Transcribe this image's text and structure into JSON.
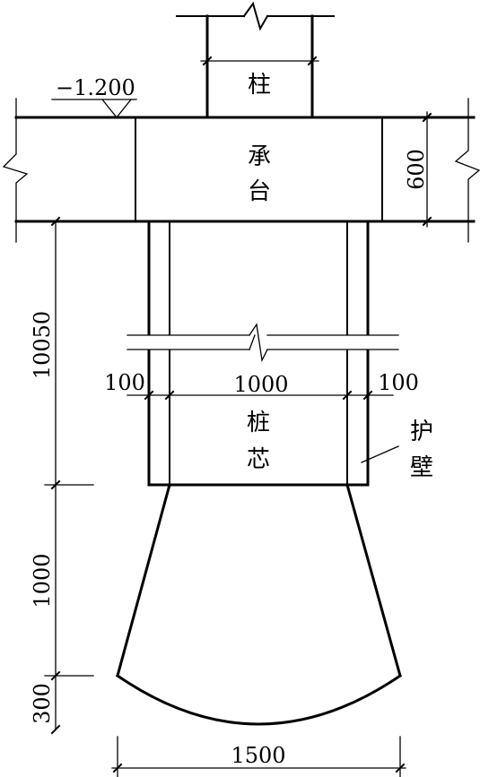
{
  "elevation": {
    "value": "−1.200"
  },
  "labels": {
    "column": "柱",
    "cap_line1": "承",
    "cap_line2": "台",
    "core_line1": "桩",
    "core_line2": "芯",
    "wall_line1": "护",
    "wall_line2": "壁"
  },
  "dimensions": {
    "cap_height": "600",
    "pile_length": "10050",
    "wall_left": "100",
    "core_width": "1000",
    "wall_right": "100",
    "bell_height": "1000",
    "bell_bottom": "300",
    "bell_width": "1500"
  }
}
